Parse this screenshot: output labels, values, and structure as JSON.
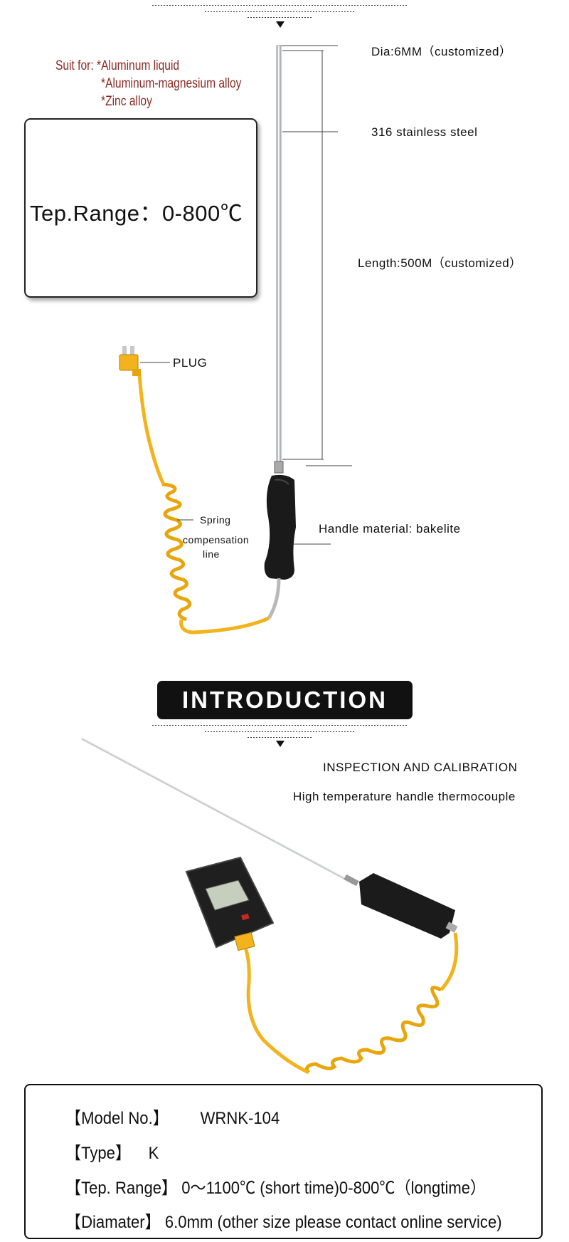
{
  "suit_for": {
    "label": "Suit for:",
    "items": [
      "*Aluminum liquid",
      "*Aluminum-magnesium alloy",
      "*Zinc alloy"
    ]
  },
  "range_box": {
    "text": "Tep.Range：0-800℃"
  },
  "callouts": {
    "diameter": "Dia:6MM（customized）",
    "material": "316 stainless steel",
    "length": "Length:500M（customized）",
    "plug": "PLUG",
    "spring_1": "Spring",
    "spring_2": "compensation",
    "spring_3": "line",
    "handle": "Handle material: bakelite"
  },
  "introduction": {
    "title": "INTRODUCTION",
    "line1": "INSPECTION AND CALIBRATION",
    "line2": "High temperature handle thermocouple"
  },
  "specs": [
    {
      "key": "【Model No.】",
      "value": "WRNK-104"
    },
    {
      "key": "【Type】",
      "value": "K"
    },
    {
      "key": "【Tep. Range】",
      "value": "0～1100℃ (short time)0-800℃（longtime）"
    },
    {
      "key": "【Diamater】",
      "value": "6.0mm (other size please contact online service)"
    }
  ],
  "colors": {
    "cable_yellow": "#f2b31c",
    "suit_text": "#8a2a22",
    "handle_black": "#1a1a1a"
  }
}
